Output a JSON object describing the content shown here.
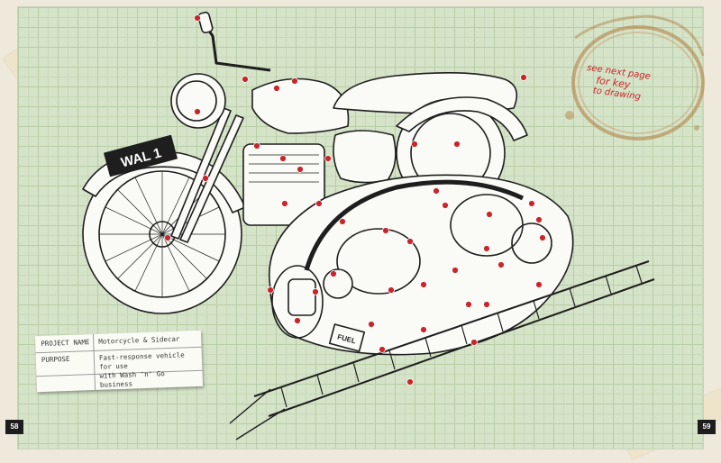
{
  "plate": {
    "registration": "WAL 1"
  },
  "note": {
    "line1": "see next page",
    "line2": "for key",
    "line3": "to drawing"
  },
  "project_card": {
    "project_name_label": "PROJECT NAME",
    "project_name_value": "Motorcycle & Sidecar",
    "purpose_label": "PURPOSE",
    "purpose_value_line1": "Fast-response vehicle for use",
    "purpose_value_line2": "with Wash 'n' Go business"
  },
  "sidecar_label": "FUEL",
  "page_numbers": {
    "left": "58",
    "right": "59"
  },
  "colors": {
    "paper_green": "#d5e3c8",
    "grid_line": "#b8cda6",
    "ink": "#1e1e1e",
    "marker_red": "#c8262a",
    "coffee": "#b07a3c"
  }
}
